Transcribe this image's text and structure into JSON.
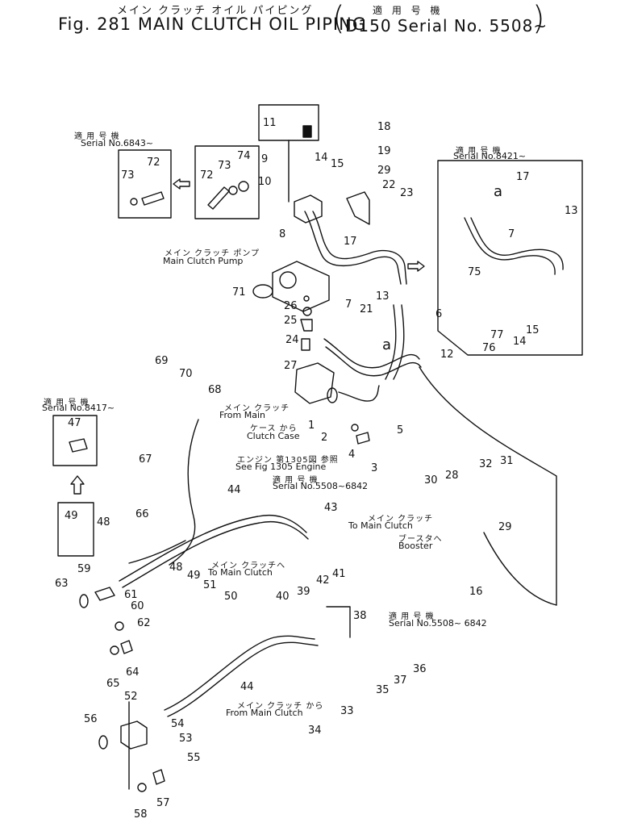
{
  "header": {
    "title_jp": "メイン クラッチ オイル パイピング",
    "title": "Fig. 281 MAIN CLUTCH OIL PIPING",
    "applic_jp": "適 用 号 機",
    "applic": "D150 Serial No. 5508~"
  },
  "serial_boxes": [
    {
      "jp": "適 用 号 機",
      "text": "Serial No.6843~"
    },
    {
      "jp": "適 用 号 機",
      "text": "Serial No.8421~"
    },
    {
      "jp": "適 用 号 機",
      "text": "Serial No.8417~"
    },
    {
      "jp": "適 用 号 機",
      "text": "Serial No.5508~6842"
    },
    {
      "jp": "適 用 号 機",
      "text": "Serial No.5508~ 6842"
    }
  ],
  "annotations": {
    "main_clutch_pump_jp": "メイン クラッチ ポンプ",
    "main_clutch_pump": "Main Clutch Pump",
    "from_main_jp": "メイン クラッチ",
    "from_main": "From Main",
    "clutch_case_jp": "ケース から",
    "clutch_case": "Clutch Case",
    "see_fig_jp": "エンジン 第1305図 参照",
    "see_fig": "See Fig 1305 Engine",
    "to_main_clutch_jp": "メイン クラッチ",
    "to_main_clutch": "To Main Clutch",
    "booster_jp": "ブースタへ",
    "booster": "Booster",
    "to_main_clutch2_jp": "メイン クラッチへ",
    "to_main_clutch2": "To Main Clutch",
    "from_main_clutch_jp": "メイン クラッチ から",
    "from_main_clutch": "From Main Clutch",
    "ref_a1": "a",
    "ref_a2": "a"
  },
  "part_numbers": [
    "1",
    "2",
    "3",
    "4",
    "5",
    "6",
    "7",
    "7",
    "8",
    "9",
    "10",
    "11",
    "12",
    "13",
    "13",
    "14",
    "14",
    "15",
    "15",
    "16",
    "17",
    "17",
    "18",
    "19",
    "21",
    "22",
    "23",
    "24",
    "25",
    "26",
    "27",
    "28",
    "29",
    "29",
    "30",
    "31",
    "32",
    "33",
    "34",
    "35",
    "36",
    "37",
    "38",
    "39",
    "40",
    "41",
    "42",
    "43",
    "44",
    "44",
    "47",
    "48",
    "48",
    "49",
    "49",
    "50",
    "51",
    "52",
    "53",
    "54",
    "55",
    "56",
    "57",
    "58",
    "59",
    "60",
    "61",
    "62",
    "63",
    "64",
    "65",
    "66",
    "67",
    "68",
    "69",
    "70",
    "71",
    "72",
    "72",
    "73",
    "73",
    "74",
    "75",
    "76",
    "77"
  ],
  "colors": {
    "ink": "#111111",
    "background": "#ffffff"
  }
}
